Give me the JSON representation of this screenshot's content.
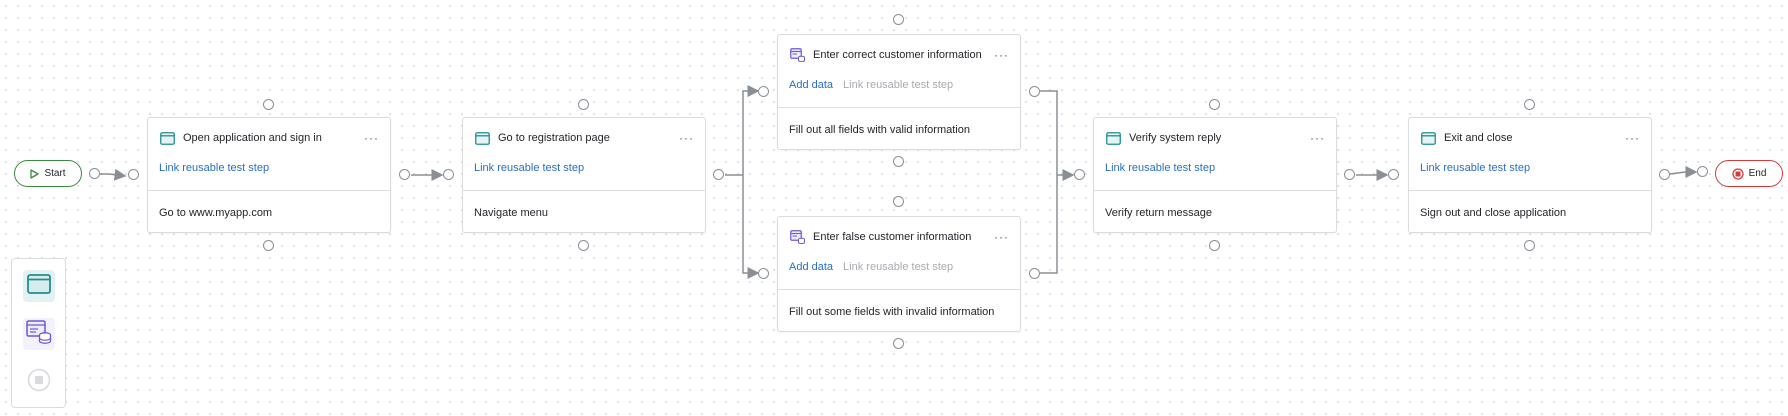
{
  "start": {
    "label": "Start"
  },
  "end": {
    "label": "End"
  },
  "nodes": [
    {
      "title": "Open application and sign in",
      "link": "Link reusable test step",
      "description": "Go to www.myapp.com",
      "more": "···"
    },
    {
      "title": "Go to registration page",
      "link": "Link reusable test step",
      "description": "Navigate menu",
      "more": "···"
    },
    {
      "title": "Enter correct customer information",
      "add_data": "Add data",
      "link": "Link reusable test step",
      "description": "Fill out all fields with valid information",
      "more": "···"
    },
    {
      "title": "Enter false customer information",
      "add_data": "Add data",
      "link": "Link reusable test step",
      "description": "Fill out some fields with invalid information",
      "more": "···"
    },
    {
      "title": "Verify system reply",
      "link": "Link reusable test step",
      "description": "Verify return message",
      "more": "···"
    },
    {
      "title": "Exit and close",
      "link": "Link reusable test step",
      "description": "Sign out and close application",
      "more": "···"
    }
  ],
  "palette": {
    "items": [
      "ui-step-icon",
      "data-step-icon",
      "end-step-icon"
    ]
  },
  "colors": {
    "link": "#2a6fc1",
    "start": "#3a8a3f",
    "end": "#d63a3a",
    "ui_icon": "#1f8f8f",
    "data_icon": "#6b5bd1"
  }
}
